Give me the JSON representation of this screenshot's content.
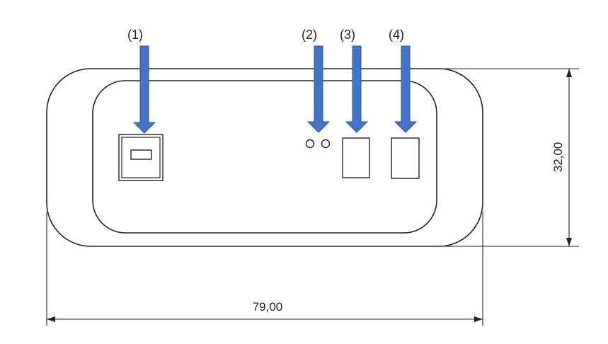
{
  "callouts": {
    "c1": "(1)",
    "c2": "(2)",
    "c3": "(3)",
    "c4": "(4)"
  },
  "dimensions": {
    "width": "79,00",
    "height": "32,00"
  },
  "colors": {
    "arrow": "#4472C4",
    "arrow_stroke": "#2F5597",
    "line": "#222222"
  },
  "icons": {
    "arrow": "arrow-down-icon"
  }
}
